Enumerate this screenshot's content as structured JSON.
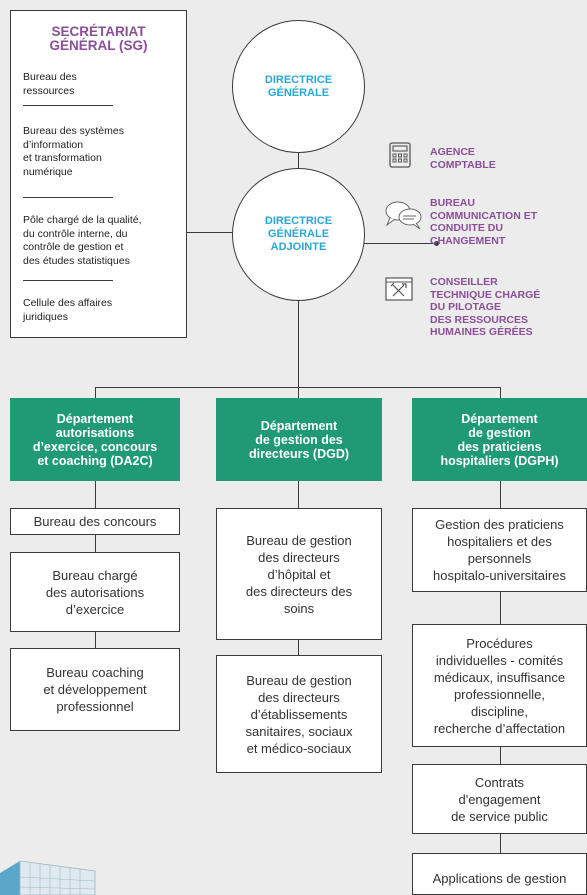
{
  "secretariat": {
    "title": "SECRÉTARIAT\nGÉNÉRAL (SG)",
    "items": [
      "Bureau des\nressources",
      "Bureau des systèmes\nd’information\net transformation\nnumérique",
      "Pôle chargé de la qualité,\ndu contrôle interne, du\ncontrôle de gestion et\ndes études statistiques",
      "Cellule des affaires\njuridiques"
    ]
  },
  "directrice_generale": "DIRECTRICE\nGÉNÉRALE",
  "directrice_generale_adjointe": "DIRECTRICE\nGÉNÉRALE\nADJOINTE",
  "side_units": [
    {
      "label": "AGENCE\nCOMPTABLE",
      "icon": "calculator-icon"
    },
    {
      "label": "BUREAU\nCOMMUNICATION ET\nCONDUITE DU\nCHANGEMENT",
      "icon": "speech-bubbles-icon"
    },
    {
      "label": "CONSEILLER\nTECHNIQUE CHARGÉ\nDU PILOTAGE\nDES RESSOURCES\nHUMAINES GÉRÉES",
      "icon": "tools-window-icon"
    }
  ],
  "departments": [
    {
      "title": "Département\nautorisations\nd’exercice, concours\net coaching (DA2C)",
      "units": [
        "Bureau des concours",
        "Bureau chargé\ndes autorisations\nd’exercice",
        "Bureau coaching\net développement\nprofessionnel"
      ]
    },
    {
      "title": "Département\nde gestion des\ndirecteurs (DGD)",
      "units": [
        "Bureau de gestion\ndes directeurs\nd’hôpital et\ndes directeurs des\nsoins",
        "Bureau de gestion\ndes directeurs\nd’établissements\nsanitaires, sociaux\net médico-sociaux"
      ]
    },
    {
      "title": "Département\nde gestion\ndes praticiens\nhospitaliers (DGPH)",
      "units": [
        "Gestion des praticiens\nhospitaliers et des\npersonnels\nhospitalo-universitaires",
        "Procédures\nindividuelles - comités\nmédicaux, insuffisance\nprofessionnelle,\ndiscipline,\nrecherche d’affectation",
        "Contrats\nd'engagement\nde service public",
        "Applications de gestion"
      ]
    }
  ],
  "colors": {
    "purple": "#8a4f97",
    "cyan": "#2aa7d8",
    "green": "#1f9a75",
    "line": "#3a3a3a",
    "background": "#ececec"
  }
}
